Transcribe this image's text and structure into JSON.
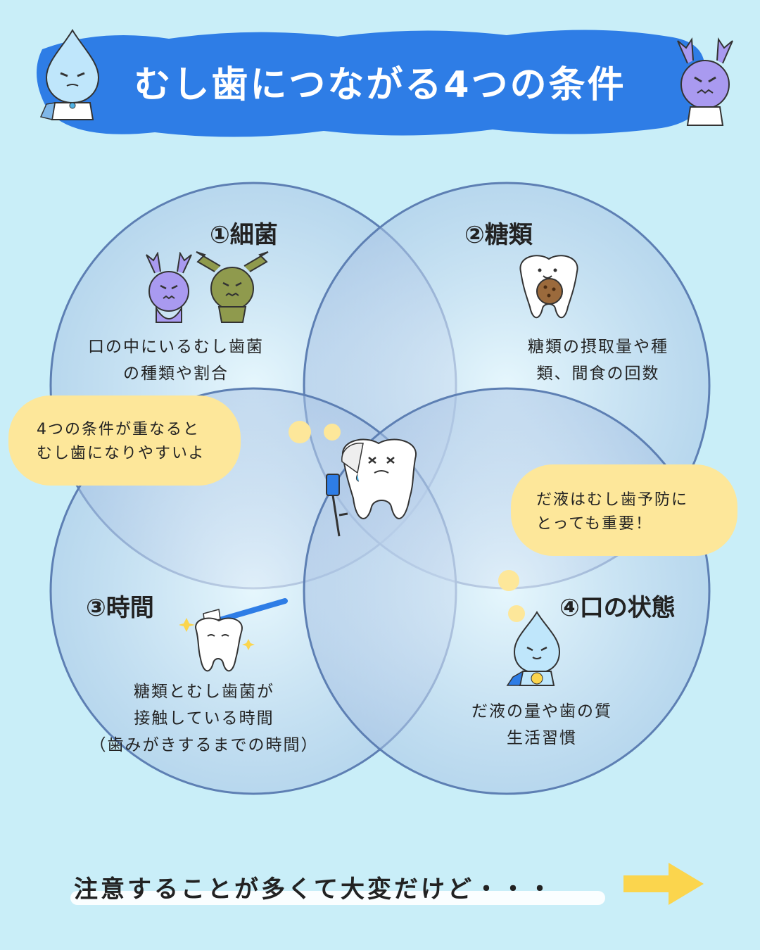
{
  "title": "むし歯につながる4つの条件",
  "colors": {
    "banner": "#2e7de6",
    "background": "#c9eef8",
    "circle_stroke": "#5d7fb3",
    "bubble": "#fde79a",
    "arrow": "#fbd54d"
  },
  "sections": [
    {
      "title": "①細菌",
      "lines": [
        "口の中にいるむし歯菌",
        "の種類や割合"
      ]
    },
    {
      "title": "②糖類",
      "lines": [
        "糖類の摂取量や種",
        "類、間食の回数"
      ]
    },
    {
      "title": "③時間",
      "lines": [
        "糖類とむし歯菌が",
        "接触している時間",
        "（歯みがきするまでの時間）"
      ]
    },
    {
      "title": "④口の状態",
      "lines": [
        "だ液の量や歯の質",
        "生活習慣"
      ]
    }
  ],
  "bubbles": {
    "left": [
      "4つの条件が重なると",
      "むし歯になりやすいよ"
    ],
    "right": [
      "だ液はむし歯予防に",
      "とっても重要！"
    ]
  },
  "footer": "注意することが多くて大変だけど・・・",
  "icons": [
    "water-drop-mascot-icon",
    "purple-germ-icon",
    "green-germ-icon",
    "tooth-cookie-icon",
    "injured-tooth-icon",
    "brushing-tooth-icon",
    "saliva-hero-icon",
    "next-arrow-icon"
  ]
}
